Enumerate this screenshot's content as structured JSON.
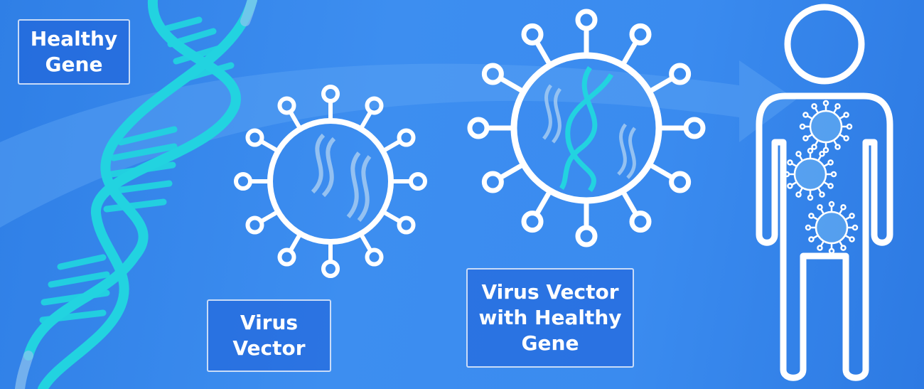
{
  "labels": {
    "healthy_gene": [
      "Healthy",
      "Gene"
    ],
    "virus_vector": [
      "Virus",
      "Vector"
    ],
    "virus_vector_with_gene": [
      "Virus Vector",
      "with Healthy",
      "Gene"
    ]
  },
  "colors": {
    "background": "#3a8bef",
    "outline": "#ffffff",
    "dna_strand": "#22d3e0",
    "dna_faded": "#8fc3f0",
    "arrow": "#5aa2f2"
  }
}
